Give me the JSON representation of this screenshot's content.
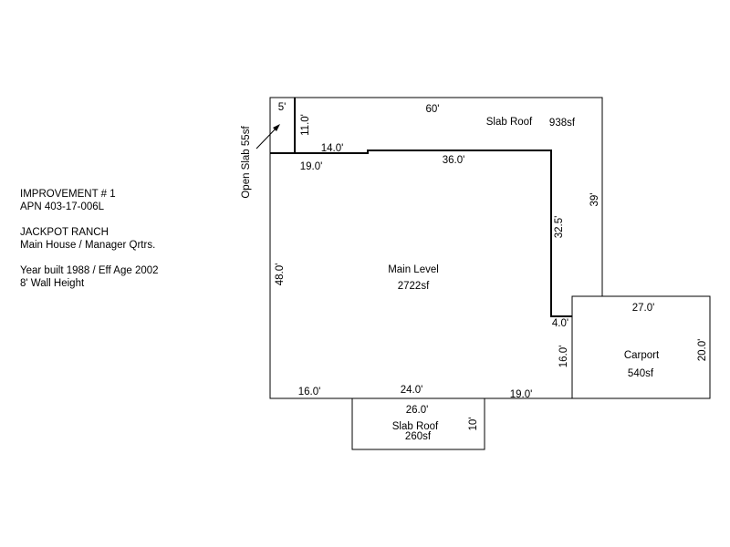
{
  "info": {
    "improvement": "IMPROVEMENT # 1",
    "apn": "APN 403-17-006L",
    "property": "JACKPOT RANCH",
    "description": "Main House / Manager Qrtrs.",
    "year_built": "Year built 1988 / Eff Age 2002",
    "wall_height": "8' Wall Height"
  },
  "areas": {
    "main_level": {
      "name": "Main Level",
      "size": "2722sf"
    },
    "slab_roof_top": {
      "name": "Slab Roof",
      "size": "938sf"
    },
    "slab_roof_bottom": {
      "name": "Slab Roof",
      "size": "260sf"
    },
    "carport": {
      "name": "Carport",
      "size": "540sf"
    },
    "open_slab": {
      "label": "Open Slab 55sf"
    }
  },
  "dims": {
    "top_60": "60'",
    "open_slab_5": "5'",
    "open_slab_11": "11.0'",
    "step_14": "14.0'",
    "left_top_19": "19.0'",
    "step_36": "36.0'",
    "right_39": "39'",
    "inner_32_5": "32.5'",
    "left_48": "48.0'",
    "notch_4": "4.0'",
    "carport_27": "27.0'",
    "carport_20": "20.0'",
    "carport_16": "16.0'",
    "bottom_16": "16.0'",
    "bottom_24": "24.0'",
    "bottom_19": "19.0'",
    "slab_26": "26.0'",
    "slab_10": "10'"
  }
}
